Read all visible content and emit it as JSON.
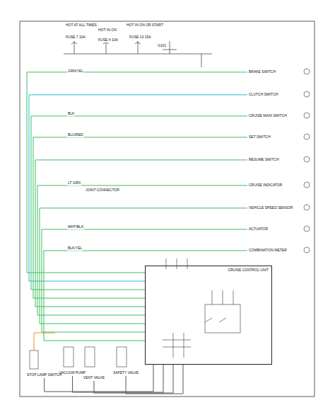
{
  "diagram": {
    "nodes": [
      {
        "text": [
          "CRUISE CONTROL UNIT"
        ]
      },
      {
        "text": [
          "BRAKE SWITCH"
        ]
      },
      {
        "text": [
          "CLUTCH SWITCH"
        ]
      },
      {
        "text": [
          "CRUISE MAIN SWITCH"
        ]
      },
      {
        "text": [
          "SET SWITCH"
        ]
      },
      {
        "text": [
          "RESUME SWITCH"
        ]
      },
      {
        "text": [
          "CRUISE INDICATOR"
        ]
      },
      {
        "text": [
          "VEHICLE SPEED SENSOR"
        ]
      },
      {
        "text": [
          "ACTUATOR"
        ]
      },
      {
        "text": [
          "COMBINATION METER"
        ]
      },
      {
        "text": [
          "STOP LAMP SWITCH"
        ]
      },
      {
        "text": [
          "VACUUM PUMP"
        ]
      },
      {
        "text": [
          "VENT VALVE"
        ]
      },
      {
        "text": [
          "SAFETY VALVE"
        ]
      }
    ],
    "edges": [
      {
        "from": 0,
        "to": 1,
        "arrow": "none"
      },
      {
        "from": 0,
        "to": 2,
        "arrow": "none"
      },
      {
        "from": 0,
        "to": 3,
        "arrow": "none"
      },
      {
        "from": 0,
        "to": 4,
        "arrow": "none"
      },
      {
        "from": 0,
        "to": 5,
        "arrow": "none"
      },
      {
        "from": 0,
        "to": 6,
        "arrow": "none"
      },
      {
        "from": 0,
        "to": 7,
        "arrow": "none"
      },
      {
        "from": 0,
        "to": 8,
        "arrow": "none"
      },
      {
        "from": 0,
        "to": 9,
        "arrow": "none"
      },
      {
        "from": 0,
        "to": 10,
        "arrow": "none"
      },
      {
        "from": 0,
        "to": 11,
        "arrow": "none"
      },
      {
        "from": 0,
        "to": 12,
        "arrow": "none"
      },
      {
        "from": 0,
        "to": 13,
        "arrow": "none"
      }
    ],
    "labels": [
      "HOT AT ALL TIMES",
      "HOT IN ON",
      "HOT IN ON OR START",
      "FUSE 7 10A",
      "FUSE 4 10A",
      "FUSE 13 15A",
      "G101",
      "GRN/YEL",
      "BLK",
      "BLU/RED",
      "LT GRN",
      "WHT/BLK",
      "BLK/YEL",
      "JOINT CONNECTOR"
    ]
  }
}
